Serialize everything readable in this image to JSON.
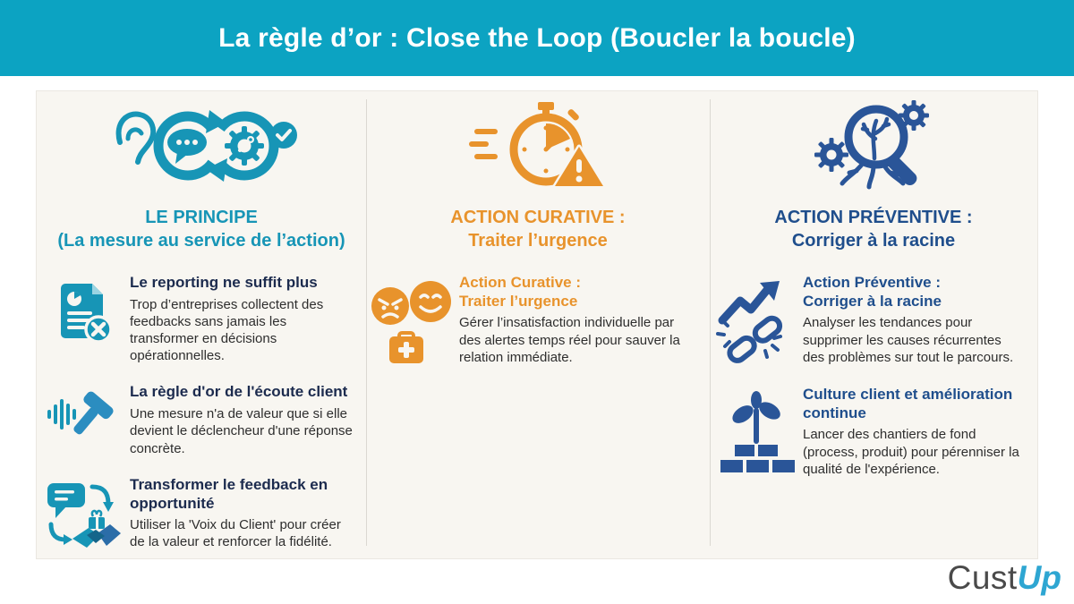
{
  "header": {
    "title": "La règle d’or : Close the Loop (Boucler la boucle)",
    "bg_color": "#0CA3C2",
    "text_color": "#FFFFFF"
  },
  "panel": {
    "bg_color": "#F8F6F1"
  },
  "columns": [
    {
      "id": "principe",
      "accent_color": "#1795B6",
      "main_icon": "listen-act-loop-icon",
      "title_line1": "LE PRINCIPE",
      "title_line2": "(La mesure au service de l’action)",
      "items": [
        {
          "icon": "report-document-x-icon",
          "title": "Le reporting ne suffit plus",
          "body": "Trop d’entreprises collectent des feedbacks sans jamais les transformer en décisions opérationnelles."
        },
        {
          "icon": "soundwave-hammer-icon",
          "title": "La règle d'or de l'écoute client",
          "body": "Une mesure n'a de valeur que si elle devient le déclencheur d'une réponse concrète."
        },
        {
          "icon": "feedback-handshake-icon",
          "title": "Transformer le feedback en opportunité",
          "body": "Utiliser la 'Voix du Client' pour créer de la valeur et renforcer la fidélité."
        }
      ]
    },
    {
      "id": "curative",
      "accent_color": "#E8932C",
      "main_icon": "stopwatch-alert-icon",
      "title_line1": "ACTION CURATIVE :",
      "title_line2": "Traiter l’urgence",
      "items": [
        {
          "icon": "faces-firstaid-icon",
          "title": "Action Curative : Traiter l’urgence",
          "body": "Gérer l’insatisfaction individuelle par des alertes temps réel pour sauver la relation immédiate."
        }
      ]
    },
    {
      "id": "preventive",
      "accent_color": "#1F4E8C",
      "main_icon": "root-cause-magnifier-icon",
      "title_line1": "ACTION PRÉVENTIVE :",
      "title_line2": "Corriger à la racine",
      "items": [
        {
          "icon": "trend-broken-chain-icon",
          "title": "Action Préventive : Corriger à la racine",
          "body": "Analyser les tendances pour supprimer les causes récurrentes des problèmes sur tout le parcours."
        },
        {
          "icon": "growth-bricks-icon",
          "title": "Culture client et amélioration continue",
          "body": "Lancer des chantiers de fond (process, produit) pour pérenniser la qualité de l'expérience."
        }
      ]
    }
  ],
  "logo": {
    "part1": "Cust",
    "part2": "Up",
    "part1_color": "#4A4A4A",
    "part2_color": "#2EA6D2"
  }
}
